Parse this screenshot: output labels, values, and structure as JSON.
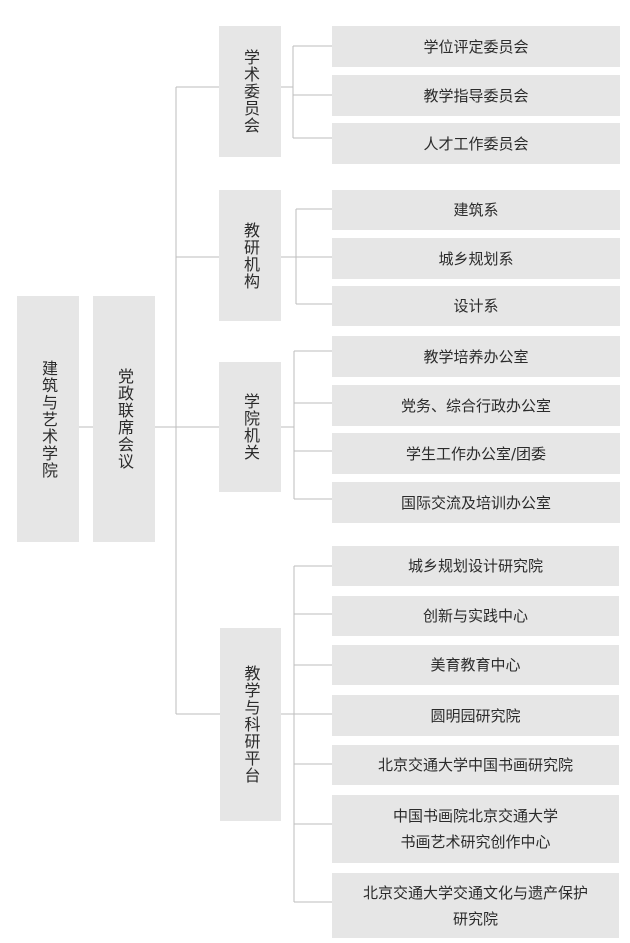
{
  "root": {
    "label": "建筑与艺术学院"
  },
  "council": {
    "label": "党政联席会议"
  },
  "groups": [
    {
      "label": "学术委员会",
      "items": [
        "学位评定委员会",
        "教学指导委员会",
        "人才工作委员会"
      ]
    },
    {
      "label": "教研机构",
      "items": [
        "建筑系",
        "城乡规划系",
        "设计系"
      ]
    },
    {
      "label": "学院机关",
      "items": [
        "教学培养办公室",
        "党务、综合行政办公室",
        "学生工作办公室/团委",
        "国际交流及培训办公室"
      ]
    },
    {
      "label": "教学与科研平台",
      "items": [
        "城乡规划设计研究院",
        "创新与实践中心",
        "美育教育中心",
        "圆明园研究院",
        "北京交通大学中国书画研究院",
        "中国书画院北京交通大学\n书画艺术研究创作中心",
        "北京交通大学交通文化与遗产保护\n研究院"
      ]
    }
  ]
}
